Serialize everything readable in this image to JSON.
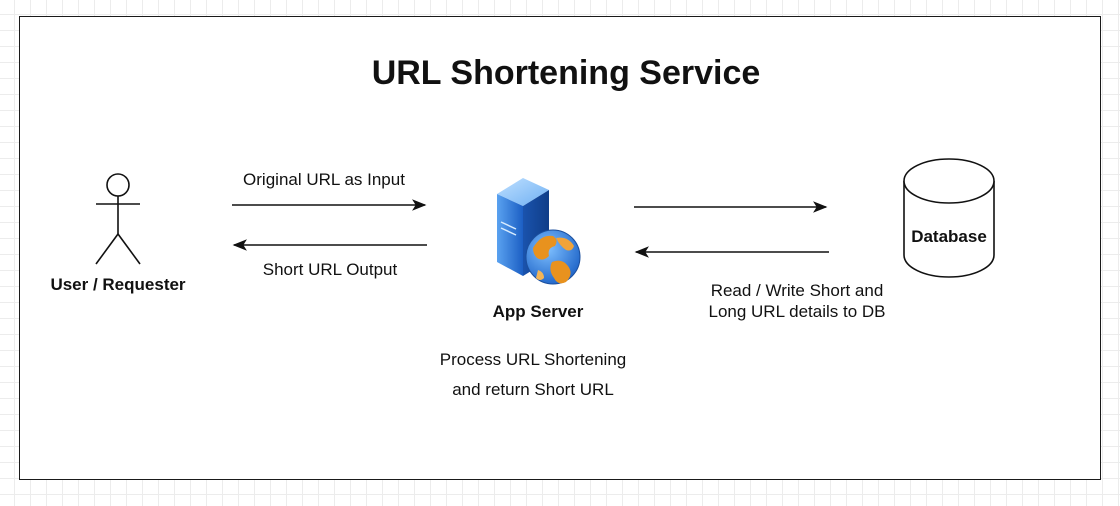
{
  "title": "URL Shortening Service",
  "nodes": {
    "user": {
      "label": "User / Requester",
      "icon": "stick-figure-icon"
    },
    "server": {
      "label": "App Server",
      "icon": "web-server-globe-icon"
    },
    "database": {
      "label": "Database",
      "icon": "database-cylinder-icon"
    }
  },
  "edges": {
    "original_input": "Original URL as Input",
    "short_output": "Short URL Output",
    "process_line1": "Process URL Shortening",
    "process_line2": "and return Short URL",
    "db_line1": "Read / Write Short and",
    "db_line2": "Long URL details to DB"
  },
  "colors": {
    "stroke": "#111111",
    "server_blue": "#1f6fd6",
    "globe_orange": "#e8921e",
    "globe_blue": "#2a78d8"
  }
}
